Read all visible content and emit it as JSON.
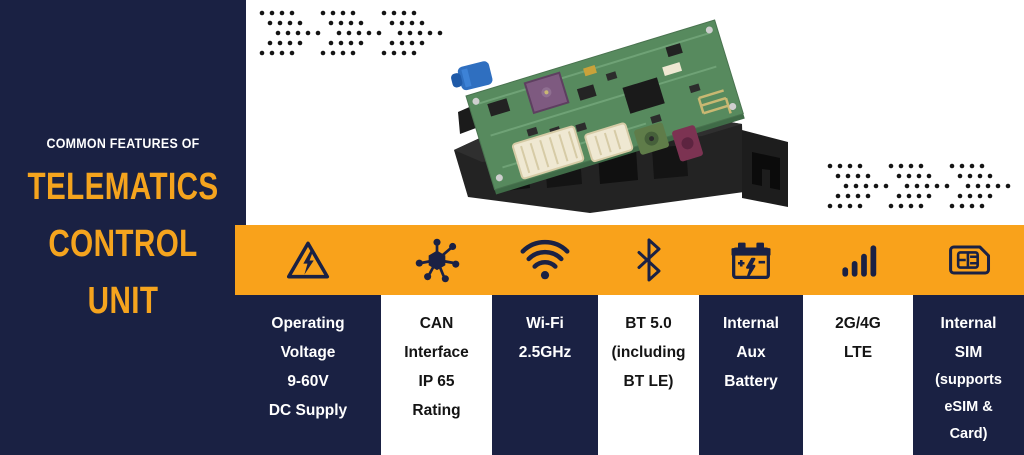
{
  "colors": {
    "navy": "#1a2143",
    "orange_band": "#f9a21b",
    "title_orange": "#f5a41e",
    "dot_black": "#141414",
    "white": "#ffffff"
  },
  "left_panel": {
    "eyebrow": "COMMON FEATURES OF",
    "title_line1": "TELEMATICS",
    "title_line2": "CONTROL",
    "title_line3": "UNIT"
  },
  "features": [
    {
      "icon": "high-voltage-icon",
      "lines": [
        "Operating",
        "Voltage",
        "9-60V",
        "DC Supply"
      ]
    },
    {
      "icon": "can-network-icon",
      "lines": [
        "CAN",
        "Interface",
        "IP 65",
        "Rating"
      ]
    },
    {
      "icon": "wifi-icon",
      "lines": [
        "Wi-Fi",
        "2.5GHz"
      ]
    },
    {
      "icon": "bluetooth-icon",
      "lines": [
        "BT 5.0",
        "(including",
        "BT LE)"
      ]
    },
    {
      "icon": "battery-icon",
      "lines": [
        "Internal",
        "Aux",
        "Battery"
      ]
    },
    {
      "icon": "signal-bars-icon",
      "lines": [
        "2G/4G",
        "LTE"
      ]
    },
    {
      "icon": "sim-card-icon",
      "lines": [
        "Internal",
        "SIM",
        "(supports",
        "eSIM &",
        "Card)"
      ]
    }
  ]
}
